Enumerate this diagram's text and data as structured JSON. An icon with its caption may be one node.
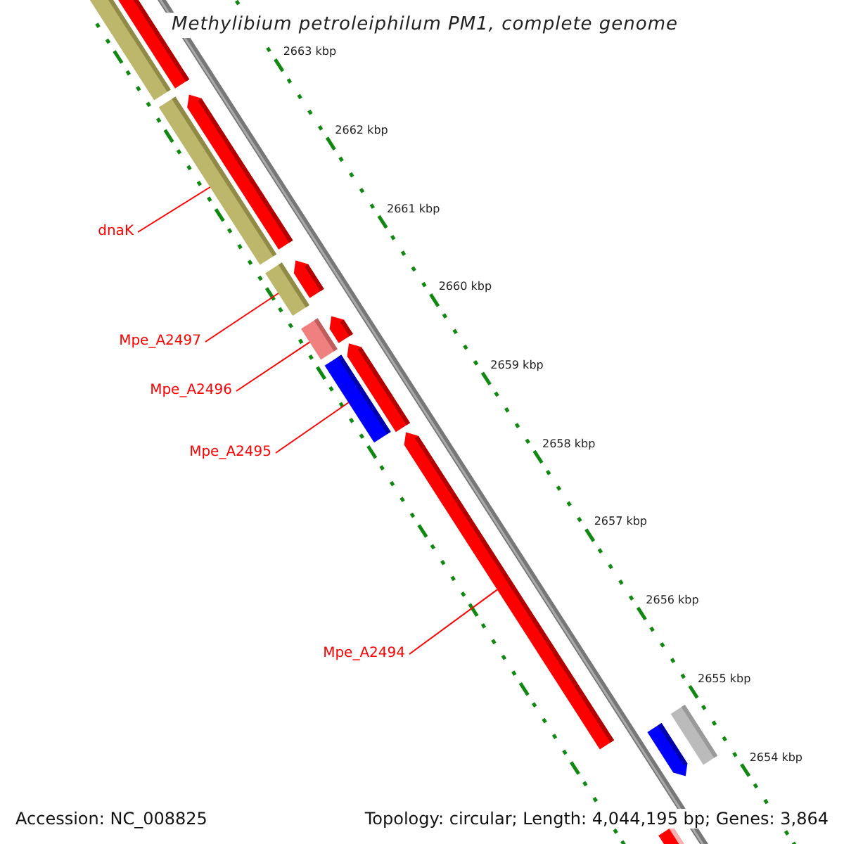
{
  "diagram": {
    "title": "Methylibium petroleiphilum PM1, complete genome",
    "nodes": [
      {
        "text": [
          "dnaK"
        ]
      },
      {
        "text": [
          "Mpe_A2497"
        ]
      },
      {
        "text": [
          "Mpe_A2496"
        ]
      },
      {
        "text": [
          "Mpe_A2495"
        ]
      },
      {
        "text": [
          "Mpe_A2494"
        ]
      },
      {
        "text": [],
        "shape": "bar"
      },
      {
        "text": [],
        "shape": "bar"
      },
      {
        "text": [],
        "shape": "bar"
      },
      {
        "text": [],
        "shape": "bar"
      },
      {
        "text": [],
        "shape": "bar"
      }
    ],
    "edges": [
      {
        "from": 0,
        "to": 5,
        "arrow": "none"
      },
      {
        "from": 1,
        "to": 6,
        "arrow": "none"
      },
      {
        "from": 2,
        "to": 7,
        "arrow": "none"
      },
      {
        "from": 3,
        "to": 8,
        "arrow": "none"
      },
      {
        "from": 4,
        "to": 9,
        "arrow": "none"
      }
    ],
    "labels": [
      "2663 kbp",
      "2662 kbp",
      "2661 kbp",
      "2660 kbp",
      "2659 kbp",
      "2658 kbp",
      "2657 kbp",
      "2656 kbp",
      "2655 kbp",
      "2654 kbp",
      "Accession: NC_008825",
      "Topology: circular; Length: 4,044,195 bp; Genes: 3,864"
    ]
  }
}
